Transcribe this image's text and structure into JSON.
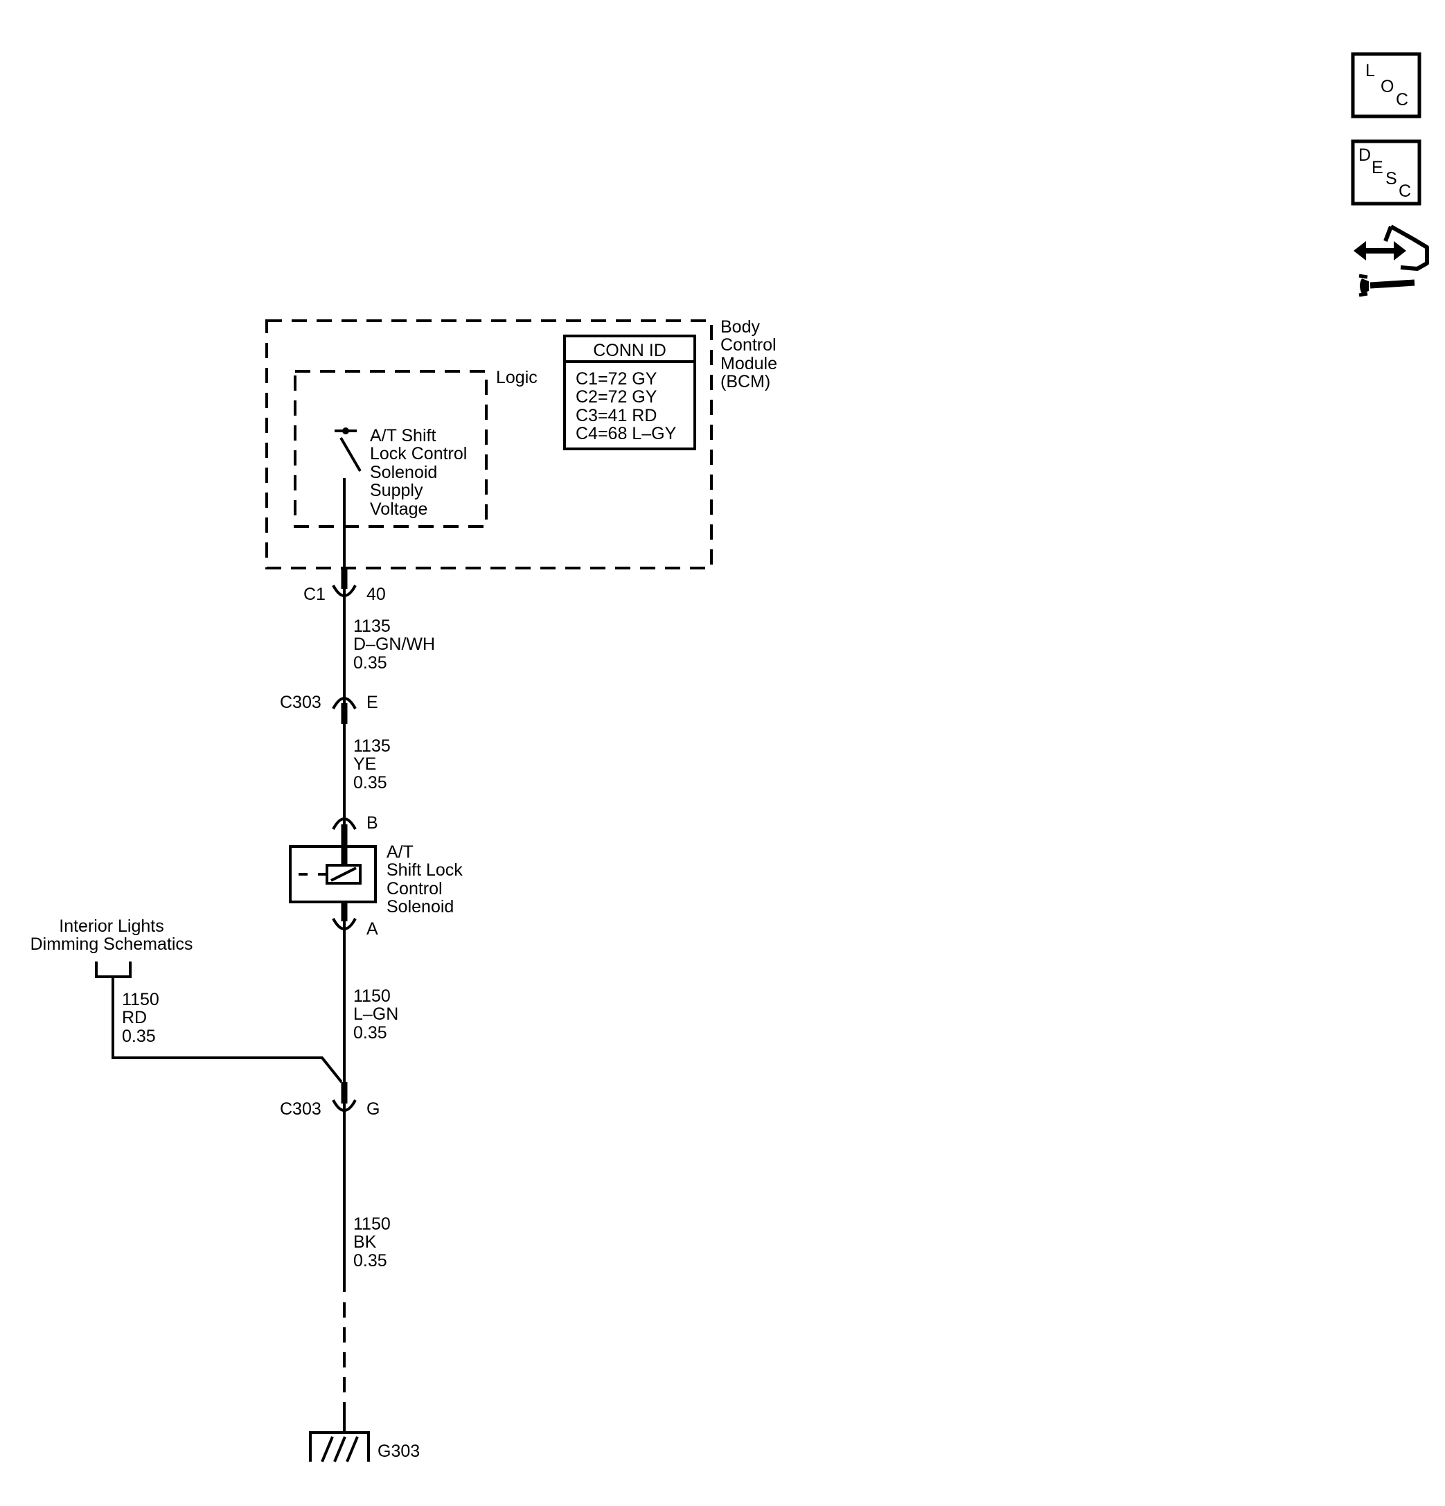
{
  "icons": {
    "loc": {
      "chars": [
        "L",
        "O",
        "C"
      ]
    },
    "desc": {
      "chars": [
        "D",
        "E",
        "S",
        "C"
      ]
    },
    "navigation": "hand-wrench-arrow-icon"
  },
  "bcm": {
    "title_lines": [
      "Body",
      "Control",
      "Module",
      "(BCM)"
    ],
    "logic_label": "Logic",
    "supply_lines": [
      "A/T Shift",
      "Lock Control",
      "Solenoid",
      "Supply",
      "Voltage"
    ],
    "conn_id": {
      "header": "CONN ID",
      "rows": [
        "C1=72 GY",
        "C2=72 GY",
        "C3=41 RD",
        "C4=68 L–GY"
      ]
    }
  },
  "connectors": {
    "c1": {
      "name": "C1",
      "pin": "40"
    },
    "c303_e": {
      "name": "C303",
      "pin": "E"
    },
    "solenoid_b": {
      "pin": "B"
    },
    "solenoid_a": {
      "pin": "A"
    },
    "c303_g": {
      "name": "C303",
      "pin": "G"
    }
  },
  "wires": {
    "w1135_dgnwh": {
      "lines": [
        "1135",
        "D–GN/WH",
        "0.35"
      ]
    },
    "w1135_ye": {
      "lines": [
        "1135",
        "YE",
        "0.35"
      ]
    },
    "w1150_lgn": {
      "lines": [
        "1150",
        "L–GN",
        "0.35"
      ]
    },
    "w1150_rd": {
      "lines": [
        "1150",
        "RD",
        "0.35"
      ]
    },
    "w1150_bk": {
      "lines": [
        "1150",
        "BK",
        "0.35"
      ]
    }
  },
  "solenoid": {
    "label_lines": [
      "A/T",
      "Shift Lock",
      "Control",
      "Solenoid"
    ]
  },
  "interior_lights": {
    "label_lines": [
      "Interior Lights",
      "Dimming Schematics"
    ]
  },
  "ground": {
    "label": "G303"
  }
}
